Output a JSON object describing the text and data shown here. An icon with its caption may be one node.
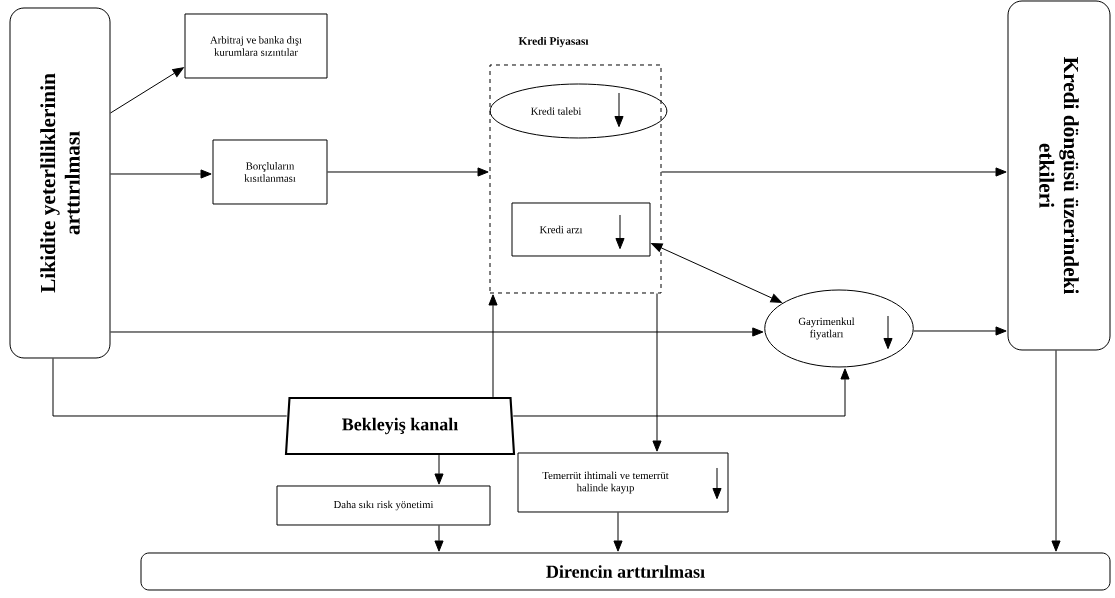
{
  "diagram": {
    "nodes": [
      {
        "text": [
          "Likidite yeterliliklerinin arttırılması"
        ]
      },
      {
        "text": [
          "Arbitraj ve banka dışı kurumlara sızıntılar"
        ]
      },
      {
        "text": [
          "Borçluların kısıtlanması"
        ]
      },
      {
        "text": [
          "Kredi Piyasası"
        ]
      },
      {
        "text": [
          "Kredi talebi"
        ],
        "in": 3
      },
      {
        "text": [
          "Kredi arzı"
        ],
        "in": 3
      },
      {
        "text": [
          "Kredi döngüsü üzerindeki etkileri"
        ]
      },
      {
        "text": [
          "Gayrimenkul fiyatları"
        ]
      },
      {
        "text": [
          "Bekleyiş kanalı"
        ]
      },
      {
        "text": [
          "Daha sıkı risk yönetimi"
        ]
      },
      {
        "text": [
          "Temerrüt ihtimali ve temerrüt halinde kayıp"
        ]
      },
      {
        "text": [
          "Direncin arttırılması"
        ]
      }
    ],
    "edges": [
      {
        "from": 0,
        "to": 1,
        "arrow": "to"
      },
      {
        "from": 0,
        "to": 2,
        "arrow": "to"
      },
      {
        "from": 2,
        "to": 3,
        "arrow": "to"
      },
      {
        "from": 3,
        "to": 6,
        "arrow": "to"
      },
      {
        "from": 5,
        "to": 7,
        "arrow": "both"
      },
      {
        "from": 0,
        "to": 7,
        "arrow": "to"
      },
      {
        "from": 7,
        "to": 6,
        "arrow": "to"
      },
      {
        "from": 0,
        "to": 8,
        "arrow": "none"
      },
      {
        "from": 8,
        "to": 7,
        "arrow": "to"
      },
      {
        "from": 8,
        "to": 3,
        "arrow": "to"
      },
      {
        "from": 3,
        "to": 10,
        "arrow": "to"
      },
      {
        "from": 8,
        "to": 9,
        "arrow": "to"
      },
      {
        "from": 9,
        "to": 11,
        "arrow": "to"
      },
      {
        "from": 10,
        "to": 11,
        "arrow": "to"
      },
      {
        "from": 6,
        "to": 11,
        "arrow": "to"
      }
    ]
  }
}
